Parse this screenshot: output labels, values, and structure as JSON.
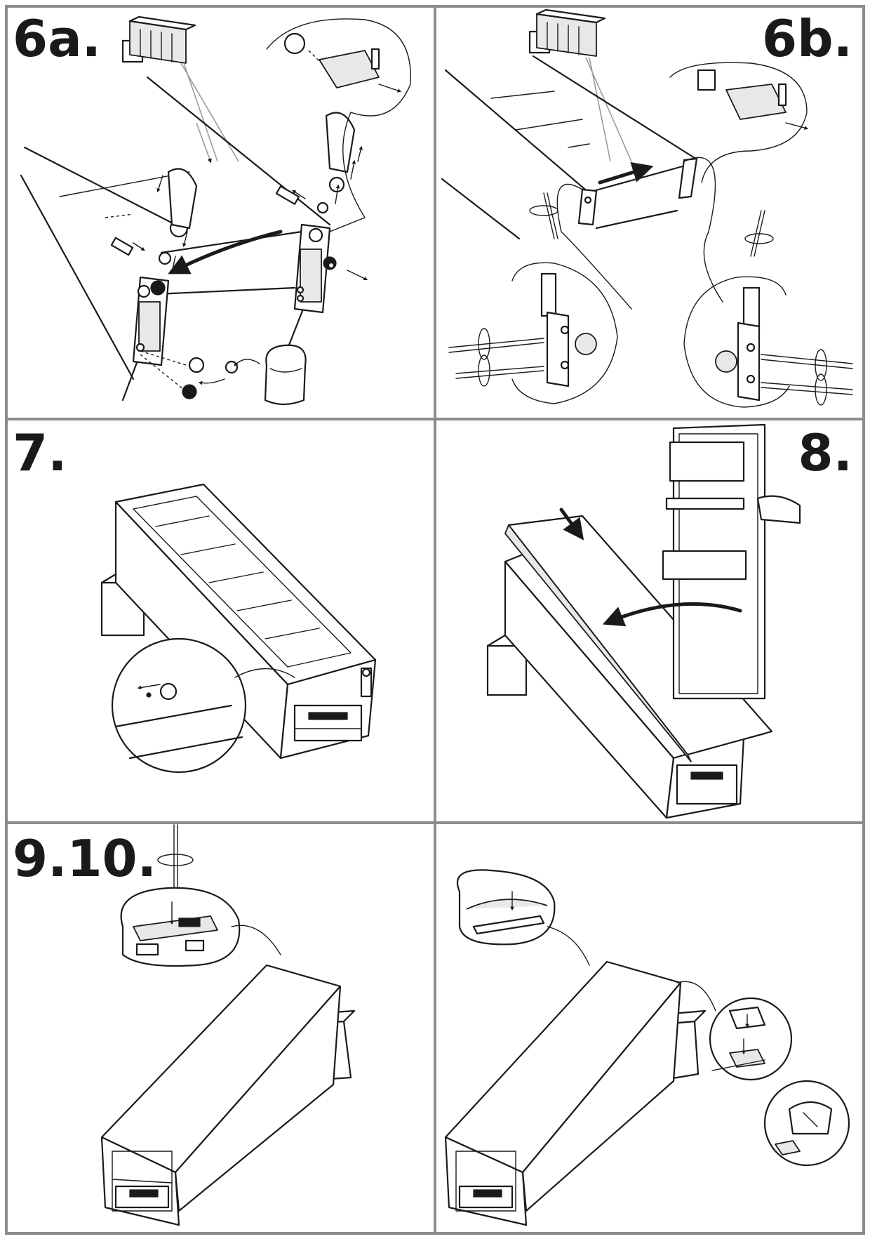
{
  "panels": [
    {
      "id": "6a",
      "label": "6a."
    },
    {
      "id": "6b",
      "label": "6b."
    },
    {
      "id": "7",
      "label": "7."
    },
    {
      "id": "8",
      "label": "8."
    },
    {
      "id": "910",
      "label": "9.10."
    },
    {
      "id": "blank",
      "label": ""
    }
  ],
  "colors": {
    "frame": "#8c8c8c",
    "ink": "#1a1a1a",
    "paper": "#ffffff"
  }
}
